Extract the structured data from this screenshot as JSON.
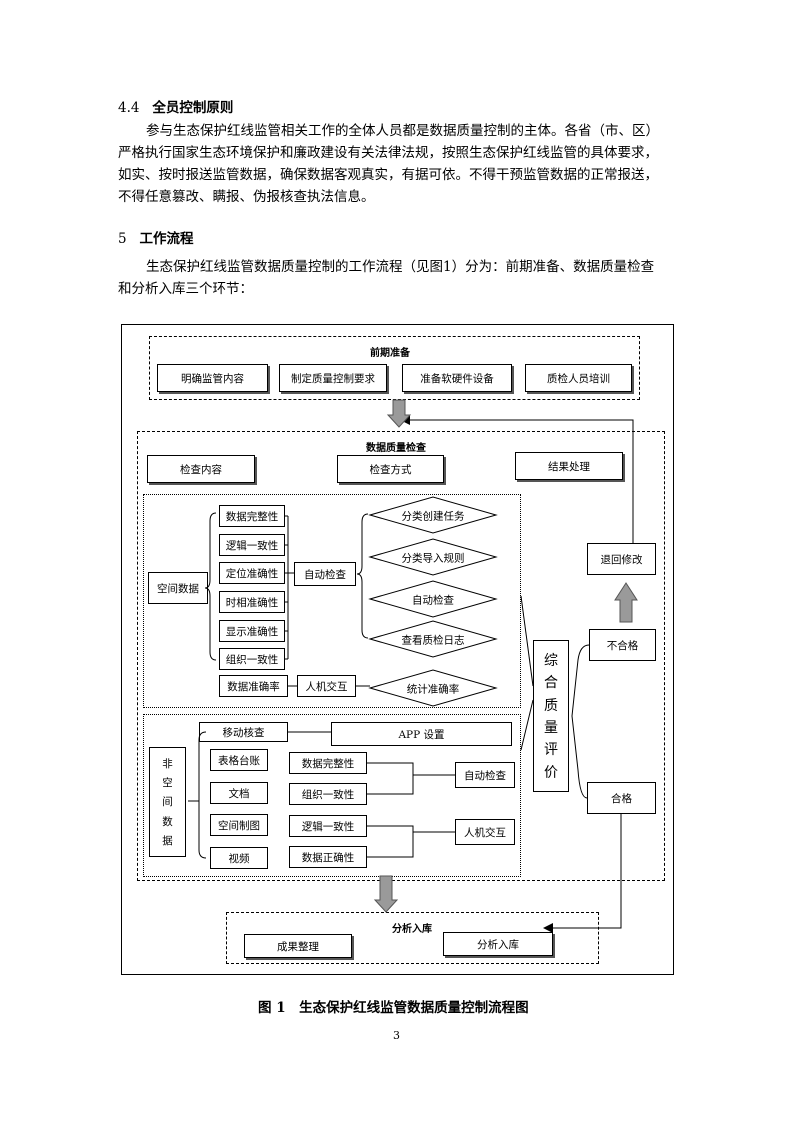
{
  "section_4_4": {
    "heading_num": "4.4",
    "heading": "全员控制原则",
    "lines": [
      "参与生态保护红线监管相关工作的全体人员都是数据质量控制的主体。各省（市、区）",
      "严格执行国家生态环境保护和廉政建设有关法律法规，按照生态保护红线监管的具体要求，",
      "如实、按时报送监管数据，确保数据客观真实，有据可依。不得干预监管数据的正常报送，",
      "不得任意篡改、瞒报、伪报核查执法信息。"
    ]
  },
  "section_5": {
    "heading_num": "5",
    "heading": "工作流程",
    "lines": [
      "生态保护红线监管数据质量控制的工作流程（见图1）分为：前期准备、数据质量检查",
      "和分析入库三个环节："
    ]
  },
  "flowchart": {
    "prep": {
      "title": "前期准备",
      "items": [
        "明确监管内容",
        "制定质量控制要求",
        "准备软硬件设备",
        "质检人员培训"
      ]
    },
    "check": {
      "title": "数据质量检查",
      "header_items": [
        "检查内容",
        "检查方式",
        "结果处理"
      ],
      "spatial": {
        "label": "空间数据",
        "items": [
          "数据完整性",
          "逻辑一致性",
          "定位准确性",
          "时相准确性",
          "显示准确性",
          "组织一致性"
        ],
        "auto_check": "自动检查",
        "auto_steps": [
          "分类创建任务",
          "分类导入规则",
          "自动检查",
          "查看质检日志"
        ],
        "accuracy_rate": "数据准确率",
        "human": "人机交互",
        "stat": "统计准确率"
      },
      "nonspatial": {
        "label_chars": [
          "非",
          "空",
          "间",
          "数",
          "据"
        ],
        "mobile": "移动核查",
        "app": "APP 设置",
        "types": [
          "表格台账",
          "文档",
          "空间制图",
          "视频"
        ],
        "checks": [
          "数据完整性",
          "组织一致性",
          "逻辑一致性",
          "数据正确性"
        ],
        "auto_check": "自动检查",
        "human": "人机交互"
      },
      "evaluation_chars": [
        "综",
        "合",
        "质",
        "量",
        "评",
        "价"
      ],
      "fail": "不合格",
      "pass": "合格",
      "rework": "退回修改"
    },
    "analysis": {
      "title": "分析入库",
      "items": [
        "成果整理",
        "分析入库"
      ]
    }
  },
  "caption": "图 1　生态保护红线监管数据质量控制流程图",
  "page_number": "3"
}
